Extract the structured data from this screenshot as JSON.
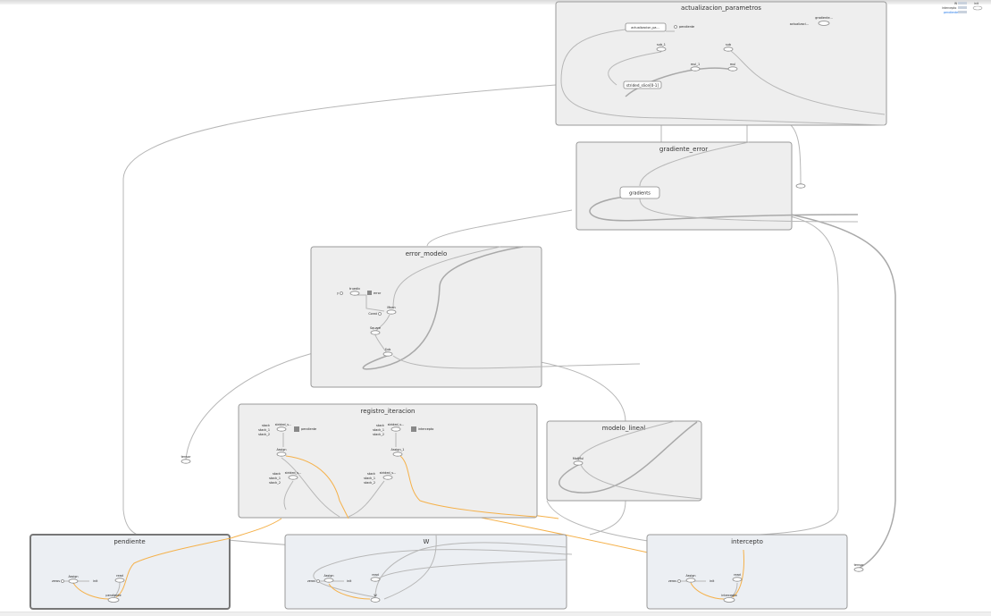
{
  "groups": {
    "actualizacion": "actualizacion_parametros",
    "gradiente": "gradiente_error",
    "error": "error_modelo",
    "registro": "registro_iteracion",
    "modelo": "modelo_lineal",
    "pendiente": "pendiente",
    "w": "W",
    "intercepto": "intercepto"
  },
  "nodes": {
    "actualizacion_node": "actualizacion_pa...",
    "pendiente_small": "pendiente",
    "sub_1": "sub_1",
    "sub": "sub",
    "mul_1": "mul_1",
    "mul": "mul",
    "strided": "strided_slice[0-1]",
    "gradients": "gradients",
    "truediv": "truediv",
    "error_label": "error",
    "y_label": "y",
    "mean": "Mean",
    "const": "Const",
    "square": "Square",
    "sub_err": "Sub",
    "strided_a": "strided_s...",
    "stack": "stack",
    "stack_1": "stack_1",
    "stack_2": "stack_2",
    "pendiente_ref": "pendiente",
    "intercepto_ref": "intercepto",
    "assign": "Assign",
    "assign_1": "Assign_1",
    "matmul": "MatMul",
    "zeros": "zeros",
    "init": "init",
    "read": "read",
    "identity": "Identity",
    "tensor_lbl": "tensor",
    "actualizaci_side": "actualizaci...",
    "gradiente_side": "gradiente..."
  },
  "legend": {
    "label_w": "W",
    "label_init": "init",
    "label_intercepto": "intercepto",
    "label_pendiente": "pendiente"
  },
  "colors": {
    "reference_edge": "#f5b14a",
    "group_fill": "#eeeeee",
    "variable_fill": "#eceff3"
  }
}
